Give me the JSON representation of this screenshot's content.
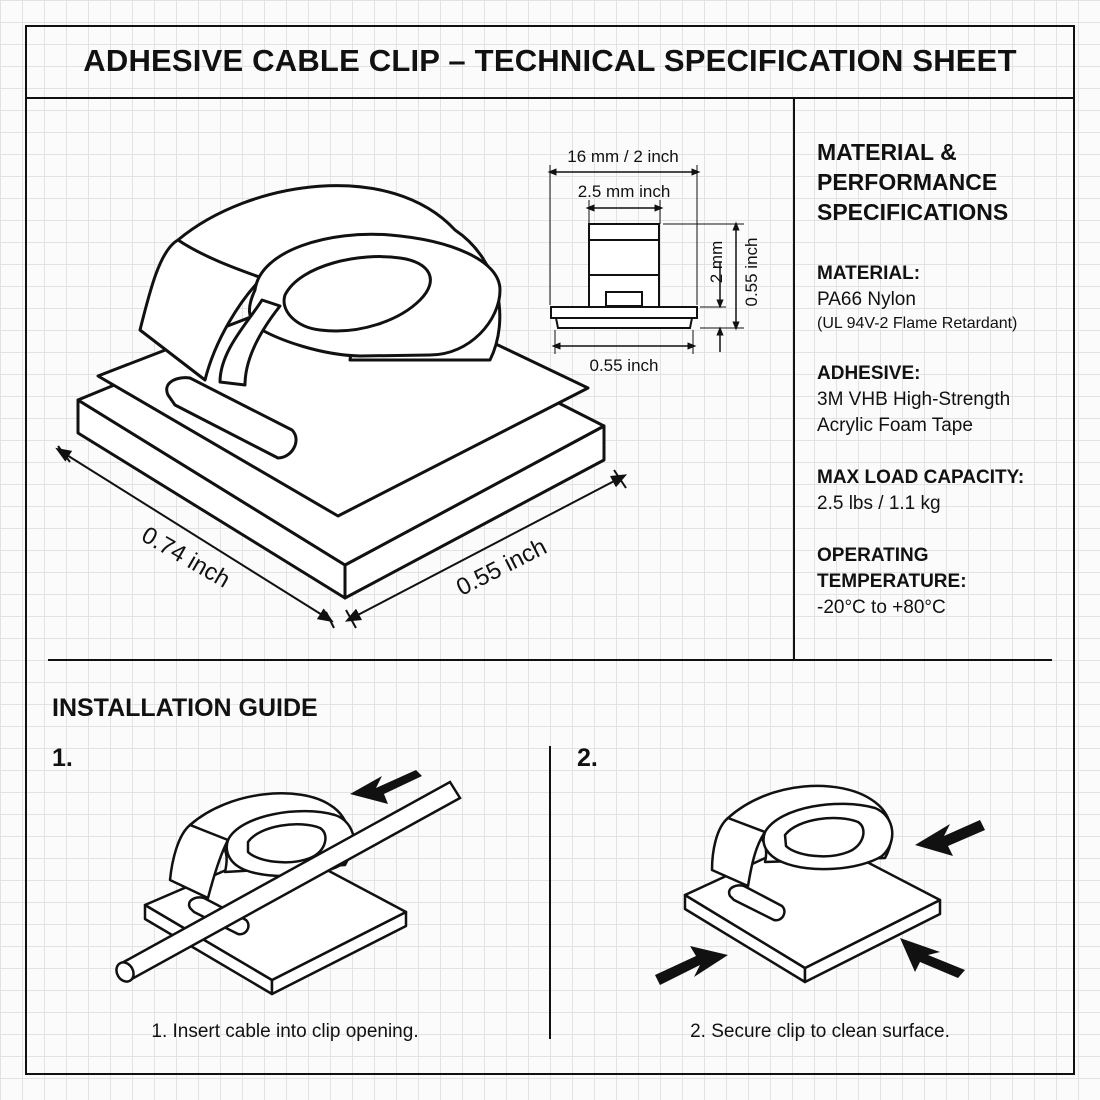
{
  "title": "ADHESIVE CABLE CLIP – TECHNICAL SPECIFICATION SHEET",
  "iso_view": {
    "length_label": "0.74 inch",
    "width_label": "0.55 inch"
  },
  "side_view": {
    "overall_width_label": "16 mm / 2 inch",
    "slot_width_label": "2.5 mm inch",
    "slot_height_label": "2 mm",
    "overall_height_label": "0.55 inch",
    "base_width_label": "0.55 inch"
  },
  "specs": {
    "heading": "MATERIAL &\nPERFORMANCE\nSPECIFICATIONS",
    "material": {
      "label": "MATERIAL:",
      "value": "PA66 Nylon",
      "note": "(UL 94V-2 Flame Retardant)"
    },
    "adhesive": {
      "label": "ADHESIVE:",
      "value_line1": "3M VHB High-Strength",
      "value_line2": "Acrylic Foam Tape"
    },
    "load": {
      "label": "MAX LOAD CAPACITY:",
      "value": "2.5 lbs / 1.1 kg"
    },
    "temperature": {
      "label": "OPERATING\nTEMPERATURE:",
      "value": "-20°C to +80°C"
    }
  },
  "installation": {
    "heading": "INSTALLATION GUIDE",
    "steps": [
      {
        "number": "1.",
        "caption": "1. Insert cable into clip opening."
      },
      {
        "number": "2.",
        "caption": "2. Secure clip to clean surface."
      }
    ]
  }
}
